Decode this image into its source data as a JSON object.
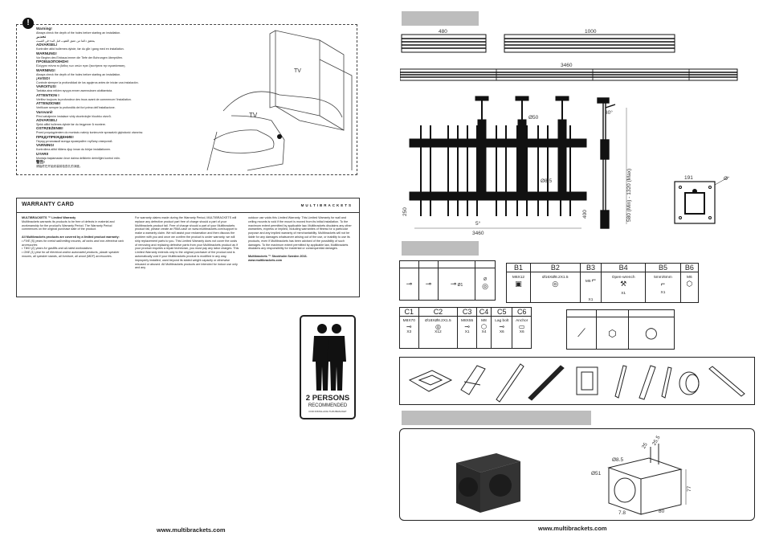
{
  "warning": {
    "icon": "exclamation-icon",
    "blocks": [
      {
        "title": "Warning!",
        "lines": [
          "Always check the depth of the holes before starting an installation."
        ]
      },
      {
        "title": "تحذير",
        "lines": [
          "يتحقق دائما من عمق الثقوب قبل البدء في التثبيت"
        ]
      },
      {
        "title": "ADVARSEL!",
        "lines": [
          "Kontroller altid hullernes dybde, før du går i gang med en installation."
        ]
      },
      {
        "title": "WARNUNG!",
        "lines": [
          "Vor Beginn des Einbaus immer die Tiefe der Bohrungen überprüfen."
        ]
      },
      {
        "title": "ΠΡΟΕΙΔΟΠΟΙΗΣΗ!",
        "lines": [
          "Ελέγχετε πάντα το βάθος των οπών πριν ξεκινήσετε την εγκατάσταση."
        ]
      },
      {
        "title": "WARNING!",
        "lines": [
          "Always check the depth of the holes before starting an installation."
        ]
      },
      {
        "title": "¡AVISO!",
        "lines": [
          "Controle siempre la profundidad de los agujeros antes de iniciar una instalación."
        ]
      },
      {
        "title": "VAROITUS!",
        "lines": [
          "Tarkista aina reikien syvyys ennen asennuksen aloittamista."
        ]
      },
      {
        "title": "ATTENTION !",
        "lines": [
          "Vérifiez toujours la profondeur des trous avant de commencer l'installation."
        ]
      },
      {
        "title": "ATTENZIONE!",
        "lines": [
          "Verificare sempre la profondità dei fori prima dell'installazione."
        ]
      },
      {
        "title": "Varovani!",
        "lines": [
          "Před zahájením instalace vždy zkontrolujte hloubku otvorů."
        ]
      },
      {
        "title": "ADVARSEL!",
        "lines": [
          "Sjekk alltid hullenes dybde før du begynner å montere."
        ]
      },
      {
        "title": "OSTRZEŻENIE!",
        "lines": [
          "Przed przystąpieniem do montażu należy koniecznie sprawdzić głębokość otworów."
        ]
      },
      {
        "title": "ПРЕДУПРЕЖДЕНИЕ!",
        "lines": [
          "Перед установкой всегда проверяйте глубину отверстий."
        ]
      },
      {
        "title": "VARNING!",
        "lines": [
          "Kontrollera alltid hålens djup innan du börjar installationen."
        ]
      },
      {
        "title": "UYARI!",
        "lines": [
          "Montaja başlamadan önce daima deliklerin derinliğini kontrol edin."
        ]
      },
      {
        "title": "警告!",
        "lines": [
          "请始终在开始安装前检查孔的深度。"
        ]
      }
    ],
    "tv_label_1": "TV",
    "tv_label_2": "TV"
  },
  "warranty": {
    "title": "WARRANTY CARD",
    "brand": "MULTIBRACKETS",
    "col1": {
      "heading": "MULTIBRACKETS ™ Limited Warranty",
      "intro": "Multibrackets warrants its products to be free of defects in material and workmanship for the product's Warranty Period. The Warranty Period commences on the original purchase date of the product.",
      "covered_heading": "All Multibrackets products are covered by a limited product warranty:",
      "bullet1": "• FIVE (5) years for metal wall/ceiling mounts, all racks and non-electrical rack accessories",
      "bullet2": "• TWO (2) years for gasfifts and all-rated workstations",
      "bullet3": "• ONE (1) year for all electrical and/or automated products, plastic speaker mounts, all speaker stands, all furniture, all wood (MDF) accessories."
    },
    "col2": {
      "text": "For warranty claims made during the Warranty Period, MULTIBRACKETS will replace any defective product part free of charge should a part of your Multibrackets product fail. Free of charge should a part of your Multibrackets product fail, please create an RMA case on www.multibrackets.com/support to make a warranty claim. We will assist your reclamation and then discuss the problem with you and once we confirm the product is under warranty, we will ship replacement parts to you. This Limited Warranty does not cover the costs of removing and replacing defective parts from your Multibrackets product as if your product requires a repair technician, you must pay any labor charges. This Limited Warranty extends only to the original purchaser of the product and is automatically void if your Multibrackets product is modified in any way, improperly installed, used beyond its stated weight capacity or otherwise misused or abused. All Multibrackets products are intended for indoor use only and any"
    },
    "col3": {
      "text": "outdoor use voids this Limited Warranty. This Limited Warranty for wall and ceiling mounts is void if the mount is moved from its initial installation. To the maximum extent permitted by applicable law, Multibrackets disclaims any other warranties, express or implied, including warranties of fitness for a particular purpose and any implied warranty of merchantability. Multibrackets will not be liable for any damages whatsoever arising out of the use, or inability to use its products, even if Multibrackets has been advised of the possibility of such damages. To the maximum extent permitted by applicable law, Multibrackets disclaims any responsibility for incidental or consequential damages.",
      "signature": "Multibrackets ™ Stockholm Sweden 2016.",
      "url": "www.multibrackets.com"
    }
  },
  "persons_badge": {
    "line1": "2 PERSONS",
    "line2": "RECOMMENDED",
    "line3": "FOR INSTALLING THIS BRACKET"
  },
  "footer": {
    "left_url": "www.multibrackets.com",
    "right_url": "www.multibrackets.com"
  },
  "dimensions": {
    "rail_short": "480",
    "rail_long": "1000",
    "rail_total": "3460",
    "width_bottom": "3460",
    "dia_pole": "Ø50",
    "dia_hole": "Ø8.5",
    "height_left": "250",
    "height_right": "400",
    "angle_tilt": "30°",
    "angle_bottom": "5°",
    "drop": "580 (Min) - 1320 (Max)",
    "plate_width": "191",
    "plate_dia": "Ø"
  },
  "parts_table_a": {
    "cells": [
      "",
      "",
      "Ø1",
      "Ø"
    ],
    "icons": [
      "bolt-icon",
      "bolt-icon",
      "bolt-icon",
      "washer-icon"
    ]
  },
  "parts_table_b": {
    "headers": [
      "B1",
      "B2",
      "B3",
      "B4",
      "B5",
      "B6"
    ],
    "specs": [
      "M6X12",
      "Ø16XØ8.2X1.5",
      "M5",
      "Open-wrench",
      "5mm/6mm",
      "M6"
    ],
    "qty": [
      "",
      "",
      "X1",
      "X1",
      "X1",
      ""
    ]
  },
  "parts_table_c": {
    "headers": [
      "C1",
      "C2",
      "C3",
      "C4",
      "C5",
      "C6"
    ],
    "specs": [
      "M8X70",
      "Ø18XØ8.2X1.5",
      "M8X55",
      "M8",
      "Lag bolt",
      "Anchor"
    ],
    "qty": [
      "X3",
      "X12",
      "X1",
      "X4",
      "X6",
      "X6"
    ]
  },
  "parts_table_d": {
    "icons": [
      "lock-bracket-icon",
      "nut-icon",
      "ring-icon"
    ]
  },
  "sleeve": {
    "dia_outer": "Ø51",
    "dia_inner": "Ø8.5",
    "dim_a": "25",
    "dim_b": "25.5",
    "dim_width": "80",
    "dim_depth": "7.8",
    "dim_height": "77"
  }
}
